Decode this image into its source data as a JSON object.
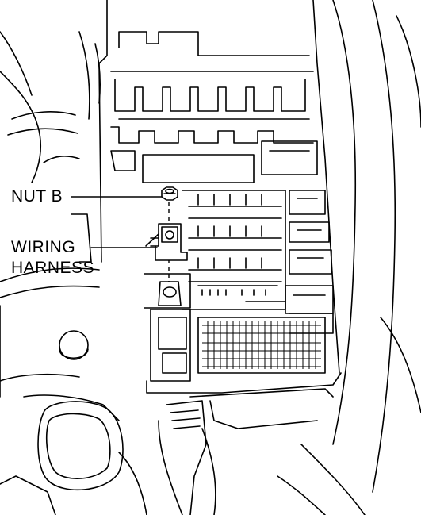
{
  "labels": {
    "nut_b": "NUT B",
    "wiring_harness_line1": "WIRING",
    "wiring_harness_line2": "HARNESS"
  },
  "colors": {
    "line": "#000000",
    "background": "#ffffff"
  }
}
